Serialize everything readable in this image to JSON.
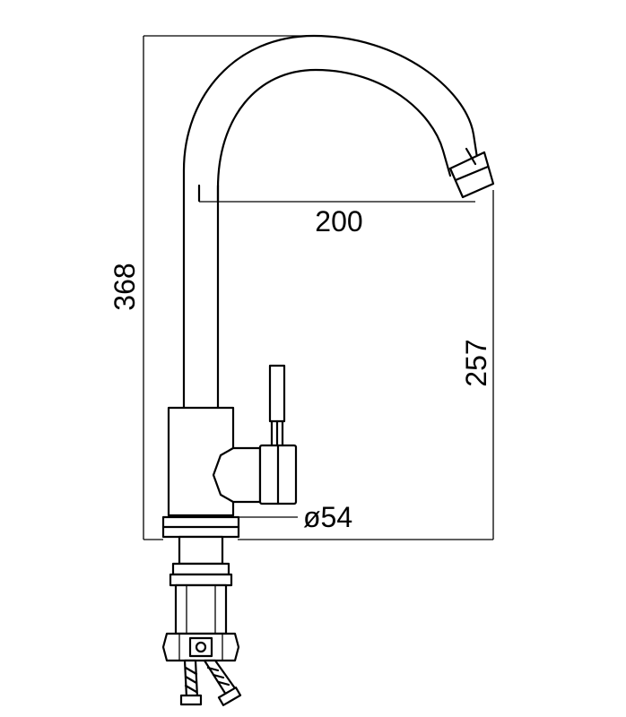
{
  "dimensions": {
    "overall_height": "368",
    "spout_reach": "200",
    "spout_height": "257",
    "base_diameter": "ø54"
  }
}
